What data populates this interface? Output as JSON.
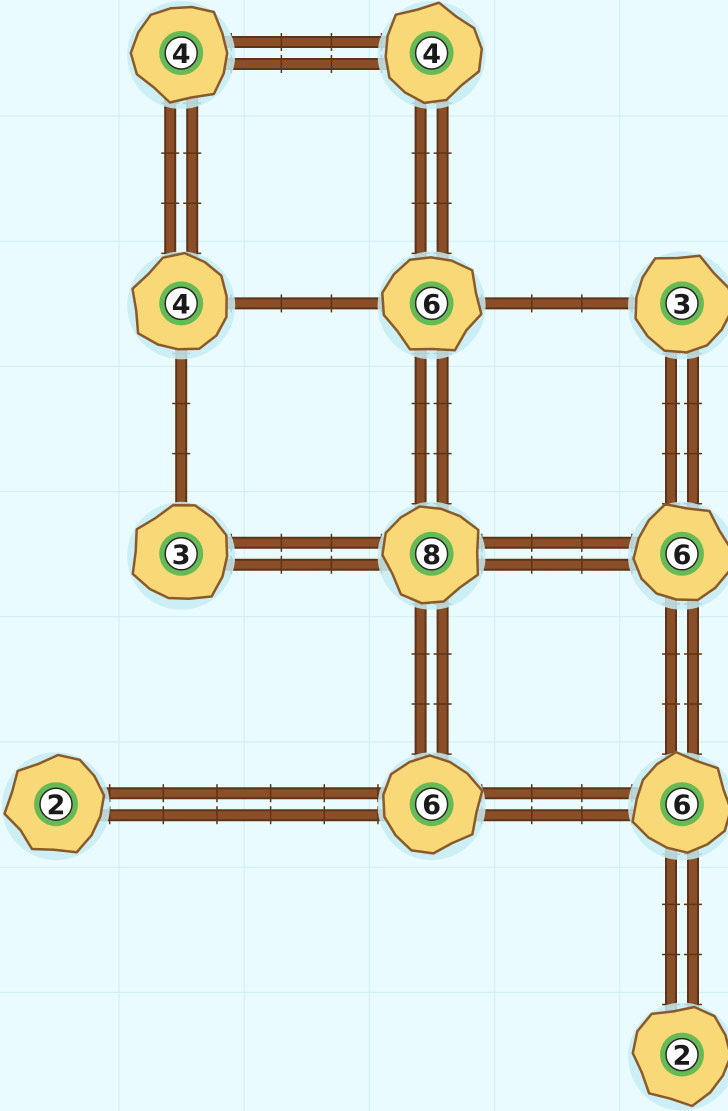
{
  "puzzle": {
    "name": "bridges",
    "colors": {
      "background": "#e9fbfe",
      "grid_line": "#cdeef5",
      "island_glow": "#c7ecf3",
      "island_sand": "#f8d877",
      "island_outline": "#8a5a2b",
      "island_ring": "#66bb55",
      "island_core": "#ffffff",
      "bridge_wood": "#8a4f28",
      "bridge_edge": "#5e3416"
    },
    "islands": [
      {
        "id": "a",
        "col": 1,
        "row": 0,
        "number": "4"
      },
      {
        "id": "b",
        "col": 3,
        "row": 0,
        "number": "4"
      },
      {
        "id": "c",
        "col": 1,
        "row": 2,
        "number": "4"
      },
      {
        "id": "d",
        "col": 3,
        "row": 2,
        "number": "6"
      },
      {
        "id": "e",
        "col": 5,
        "row": 2,
        "number": "3"
      },
      {
        "id": "f",
        "col": 1,
        "row": 4,
        "number": "3"
      },
      {
        "id": "g",
        "col": 3,
        "row": 4,
        "number": "8"
      },
      {
        "id": "h",
        "col": 5,
        "row": 4,
        "number": "6"
      },
      {
        "id": "i",
        "col": 0,
        "row": 6,
        "number": "2"
      },
      {
        "id": "j",
        "col": 3,
        "row": 6,
        "number": "6"
      },
      {
        "id": "k",
        "col": 5,
        "row": 6,
        "number": "6"
      },
      {
        "id": "l",
        "col": 5,
        "row": 8,
        "number": "2"
      }
    ],
    "bridges": [
      {
        "from": "a",
        "to": "b",
        "count": 2
      },
      {
        "from": "a",
        "to": "c",
        "count": 2
      },
      {
        "from": "b",
        "to": "d",
        "count": 2
      },
      {
        "from": "c",
        "to": "d",
        "count": 1
      },
      {
        "from": "d",
        "to": "e",
        "count": 1
      },
      {
        "from": "c",
        "to": "f",
        "count": 1
      },
      {
        "from": "d",
        "to": "g",
        "count": 2
      },
      {
        "from": "e",
        "to": "h",
        "count": 2
      },
      {
        "from": "f",
        "to": "g",
        "count": 2
      },
      {
        "from": "g",
        "to": "h",
        "count": 2
      },
      {
        "from": "g",
        "to": "j",
        "count": 2
      },
      {
        "from": "h",
        "to": "k",
        "count": 2
      },
      {
        "from": "i",
        "to": "j",
        "count": 2
      },
      {
        "from": "j",
        "to": "k",
        "count": 2
      },
      {
        "from": "k",
        "to": "l",
        "count": 2
      }
    ]
  }
}
